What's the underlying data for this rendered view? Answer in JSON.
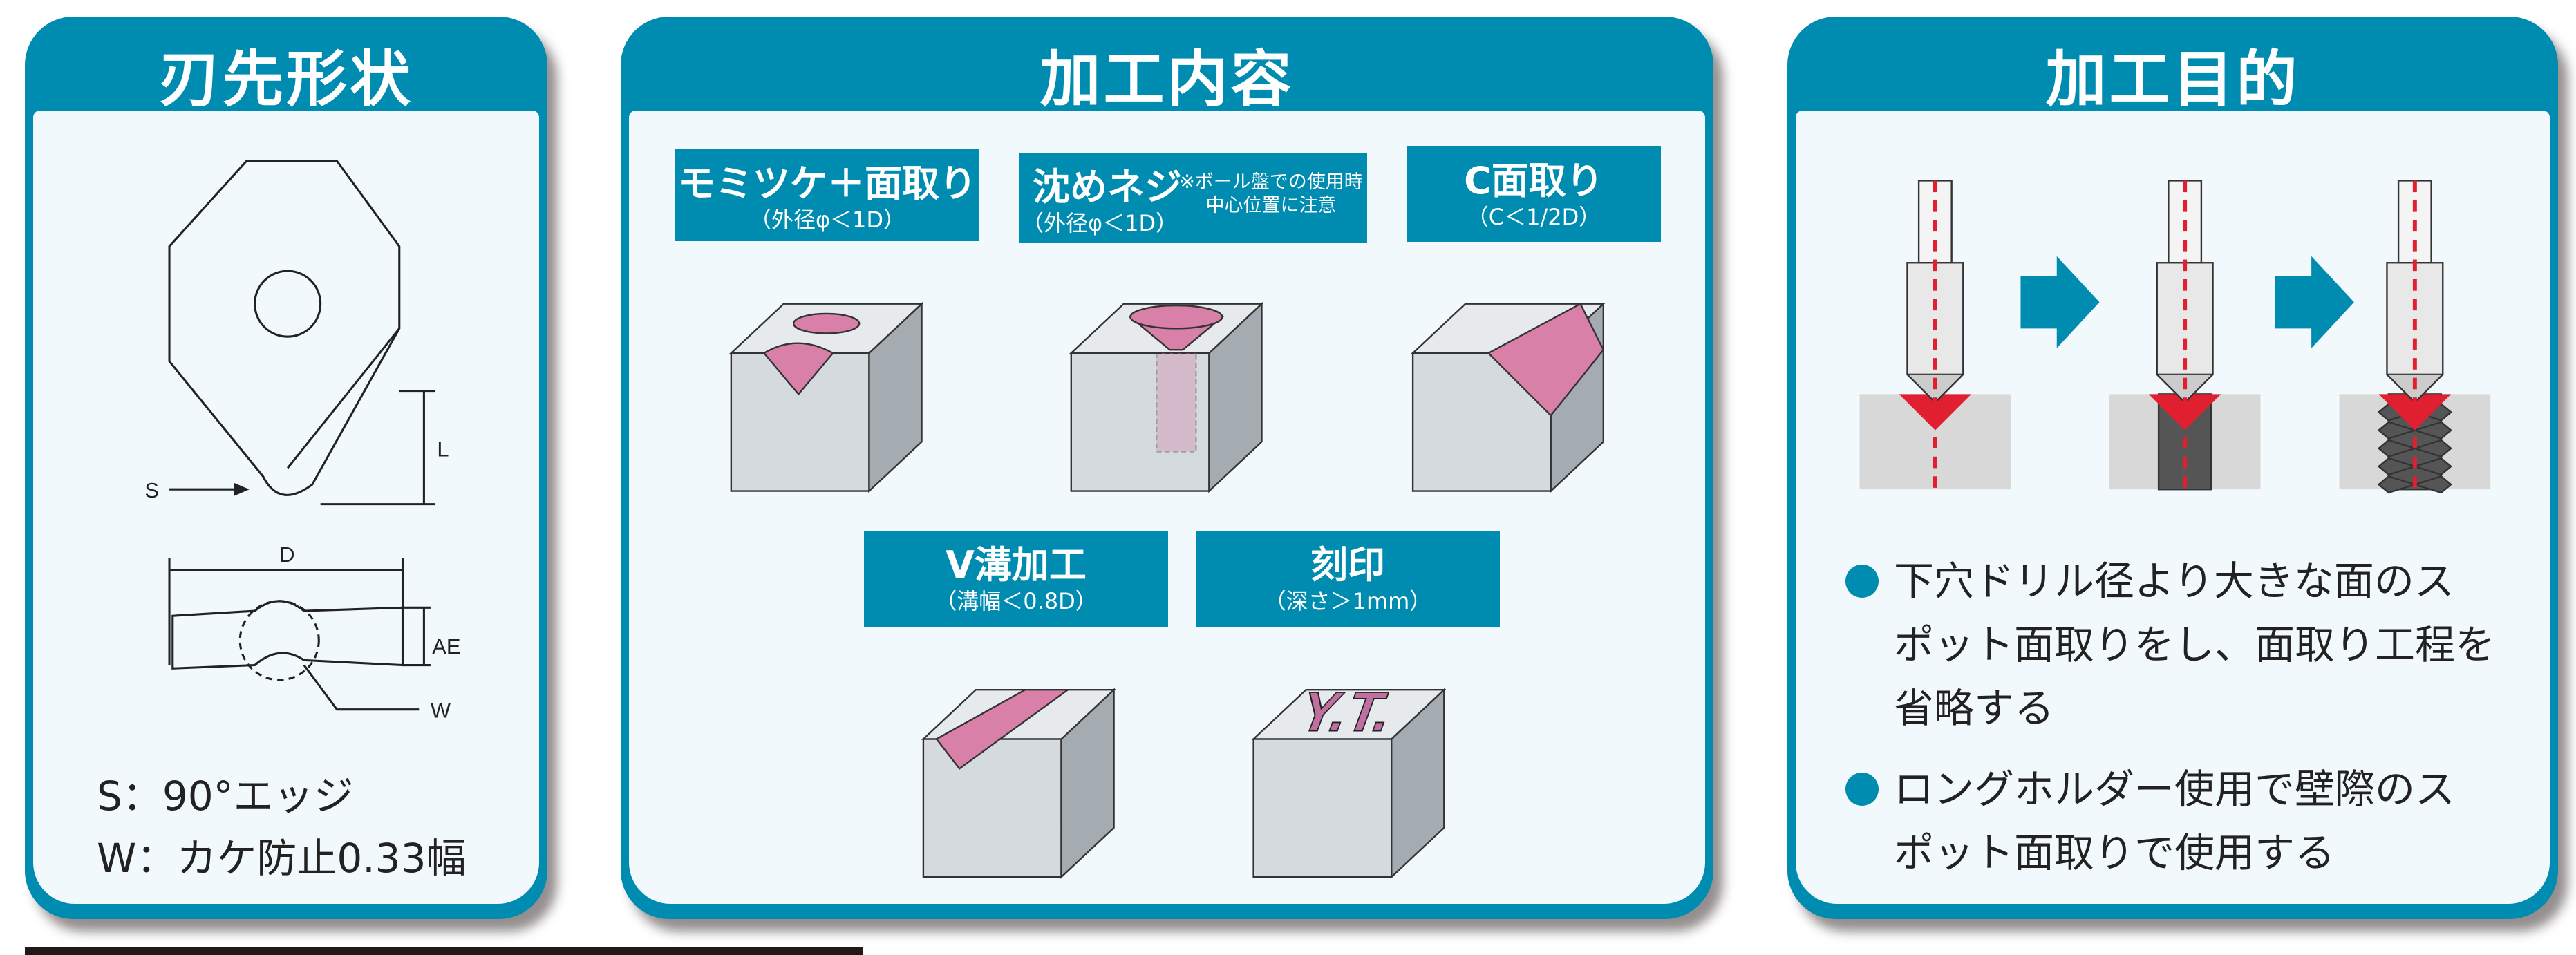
{
  "panels": {
    "shape": {
      "title": "刃先形状",
      "labels": {
        "s": "S",
        "l": "L",
        "d": "D",
        "ae": "AE",
        "w": "W"
      },
      "specs": [
        "S：90°エッジ",
        "W：カケ防止0.33幅"
      ]
    },
    "process": {
      "title": "加工内容",
      "items": [
        {
          "main": "モミツケ＋面取り",
          "sub": "（外径φ＜1D）"
        },
        {
          "main": "沈めネジ",
          "sub": "（外径φ＜1D）",
          "note1": "※ボール盤での使用時",
          "note2": "中心位置に注意"
        },
        {
          "main": "C面取り",
          "sub": "（C＜1/2D）"
        },
        {
          "main": "V溝加工",
          "sub": "（溝幅＜0.8D）"
        },
        {
          "main": "刻印",
          "sub": "（深さ＞1mm）"
        }
      ],
      "engraving": "Y.T."
    },
    "purpose": {
      "title": "加工目的",
      "bullets": [
        [
          "下穴ドリル径より大きな面のス",
          "ポット面取りをし、面取り工程を",
          "省略する"
        ],
        [
          "ロングホルダー使用で壁際のス",
          "ポット面取りで使用する"
        ]
      ]
    }
  },
  "colors": {
    "accent": "#008cb0",
    "background": "#f2f9fd",
    "chamfer": "#d880a8",
    "cut": "#e02030"
  }
}
